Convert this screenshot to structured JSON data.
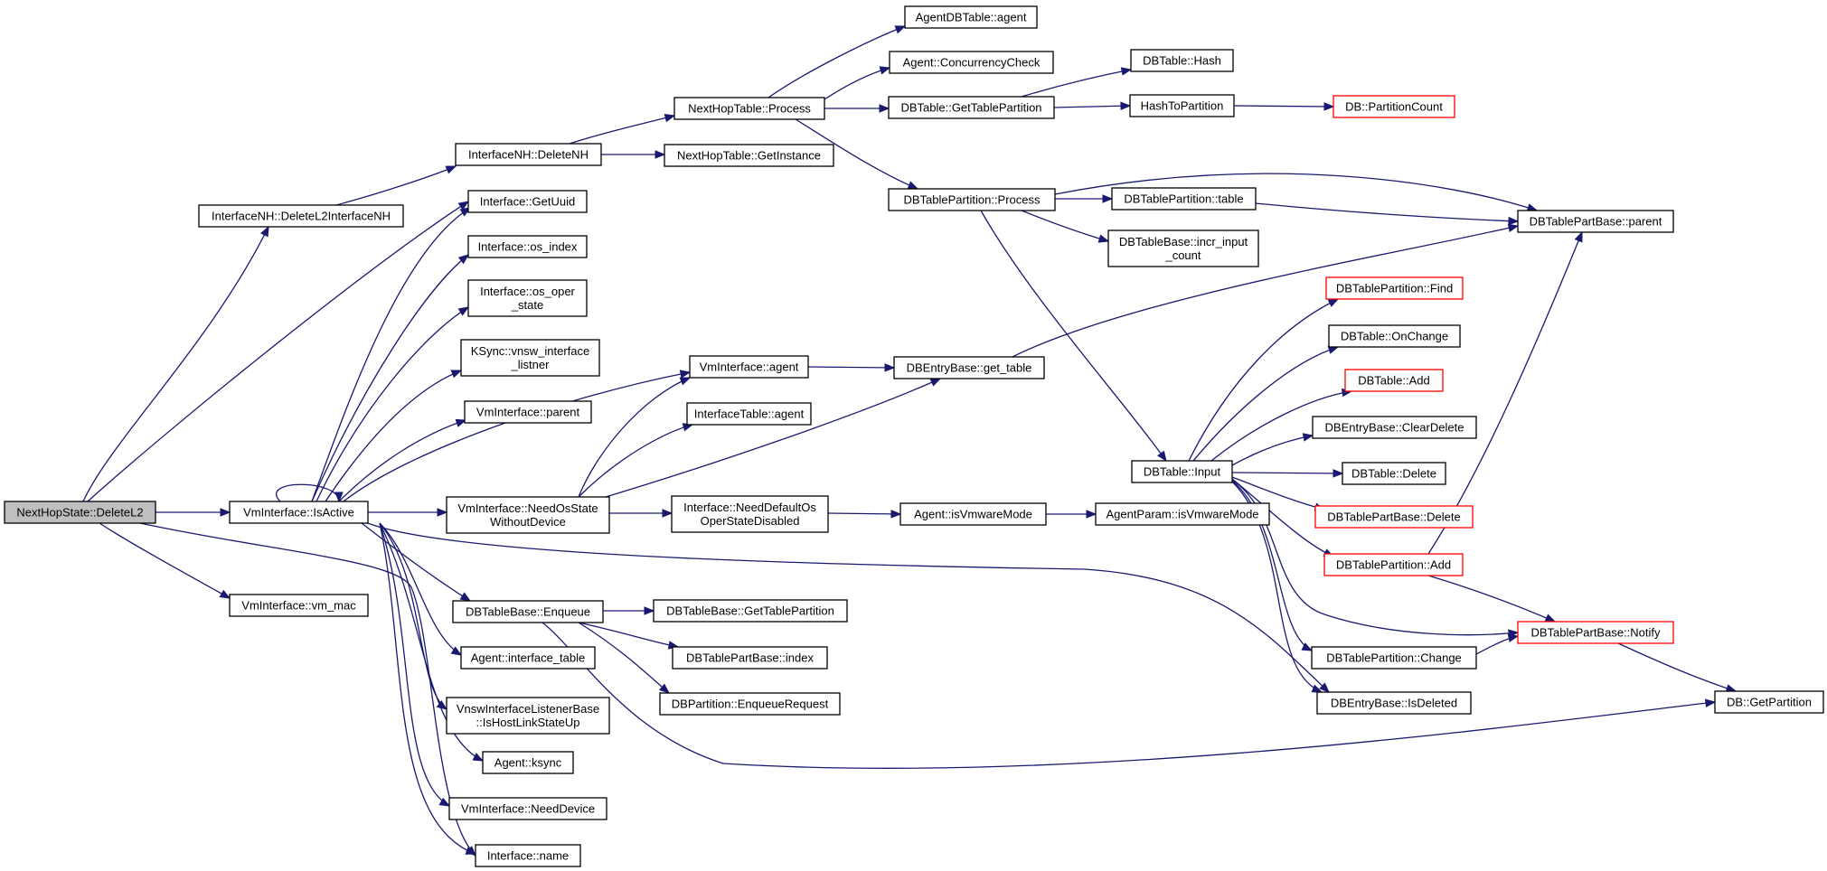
{
  "diagram": {
    "type": "call-graph",
    "colors": {
      "edge": "#191970",
      "node_border": "#000000",
      "truncated_border": "#ff0000",
      "root_fill": "#bfbfbf"
    },
    "nodes": [
      {
        "id": "n0",
        "lines": [
          "NextHopState::DeleteL2"
        ],
        "root": true
      },
      {
        "id": "n1",
        "lines": [
          "InterfaceNH::DeleteL2InterfaceNH"
        ]
      },
      {
        "id": "n2",
        "lines": [
          "InterfaceNH::DeleteNH"
        ]
      },
      {
        "id": "n3",
        "lines": [
          "NextHopTable::Process"
        ]
      },
      {
        "id": "n4",
        "lines": [
          "AgentDBTable::agent"
        ]
      },
      {
        "id": "n5",
        "lines": [
          "Agent::ConcurrencyCheck"
        ]
      },
      {
        "id": "n6",
        "lines": [
          "DBTable::GetTablePartition"
        ]
      },
      {
        "id": "n7",
        "lines": [
          "DBTable::Hash"
        ]
      },
      {
        "id": "n8",
        "lines": [
          "HashToPartition"
        ]
      },
      {
        "id": "n9",
        "lines": [
          "DB::PartitionCount"
        ],
        "truncated": true
      },
      {
        "id": "n10",
        "lines": [
          "NextHopTable::GetInstance"
        ]
      },
      {
        "id": "n11",
        "lines": [
          "DBTablePartition::Process"
        ]
      },
      {
        "id": "n12",
        "lines": [
          "DBTablePartition::table"
        ]
      },
      {
        "id": "n13",
        "lines": [
          "DBTablePartBase::parent"
        ]
      },
      {
        "id": "n14",
        "lines": [
          "DBTableBase::incr_input",
          "_count"
        ]
      },
      {
        "id": "n15",
        "lines": [
          "DBTable::Input"
        ]
      },
      {
        "id": "n16",
        "lines": [
          "DBTablePartition::Find"
        ],
        "truncated": true
      },
      {
        "id": "n17",
        "lines": [
          "DBTable::OnChange"
        ]
      },
      {
        "id": "n18",
        "lines": [
          "DBTable::Add"
        ],
        "truncated": true
      },
      {
        "id": "n19",
        "lines": [
          "DBEntryBase::ClearDelete"
        ]
      },
      {
        "id": "n20",
        "lines": [
          "DBTable::Delete"
        ]
      },
      {
        "id": "n21",
        "lines": [
          "DBTablePartBase::Delete"
        ],
        "truncated": true
      },
      {
        "id": "n22",
        "lines": [
          "DBTablePartition::Add"
        ],
        "truncated": true
      },
      {
        "id": "n23",
        "lines": [
          "DBTablePartBase::Notify"
        ],
        "truncated": true
      },
      {
        "id": "n24",
        "lines": [
          "DBTablePartition::Change"
        ]
      },
      {
        "id": "n25",
        "lines": [
          "DBEntryBase::IsDeleted"
        ]
      },
      {
        "id": "n26",
        "lines": [
          "DB::GetPartition"
        ]
      },
      {
        "id": "n27",
        "lines": [
          "Interface::GetUuid"
        ]
      },
      {
        "id": "n28",
        "lines": [
          "Interface::os_index"
        ]
      },
      {
        "id": "n29",
        "lines": [
          "Interface::os_oper",
          "_state"
        ]
      },
      {
        "id": "n30",
        "lines": [
          "KSync::vnsw_interface",
          "_listner"
        ]
      },
      {
        "id": "n31",
        "lines": [
          "VmInterface::parent"
        ]
      },
      {
        "id": "n32",
        "lines": [
          "VmInterface::agent"
        ]
      },
      {
        "id": "n33",
        "lines": [
          "DBEntryBase::get_table"
        ]
      },
      {
        "id": "n34",
        "lines": [
          "InterfaceTable::agent"
        ]
      },
      {
        "id": "n35",
        "lines": [
          "VmInterface::IsActive"
        ]
      },
      {
        "id": "n36",
        "lines": [
          "VmInterface::NeedOsState",
          "WithoutDevice"
        ]
      },
      {
        "id": "n37",
        "lines": [
          "Interface::NeedDefaultOs",
          "OperStateDisabled"
        ]
      },
      {
        "id": "n38",
        "lines": [
          "Agent::isVmwareMode"
        ]
      },
      {
        "id": "n39",
        "lines": [
          "AgentParam::isVmwareMode"
        ]
      },
      {
        "id": "n40",
        "lines": [
          "VmInterface::vm_mac"
        ]
      },
      {
        "id": "n41",
        "lines": [
          "DBTableBase::Enqueue"
        ]
      },
      {
        "id": "n42",
        "lines": [
          "DBTableBase::GetTablePartition"
        ]
      },
      {
        "id": "n43",
        "lines": [
          "DBTablePartBase::index"
        ]
      },
      {
        "id": "n44",
        "lines": [
          "DBPartition::EnqueueRequest"
        ]
      },
      {
        "id": "n45",
        "lines": [
          "Agent::interface_table"
        ]
      },
      {
        "id": "n46",
        "lines": [
          "VnswInterfaceListenerBase",
          "::IsHostLinkStateUp"
        ]
      },
      {
        "id": "n47",
        "lines": [
          "Agent::ksync"
        ]
      },
      {
        "id": "n48",
        "lines": [
          "VmInterface::NeedDevice"
        ]
      },
      {
        "id": "n49",
        "lines": [
          "Interface::name"
        ]
      }
    ]
  }
}
